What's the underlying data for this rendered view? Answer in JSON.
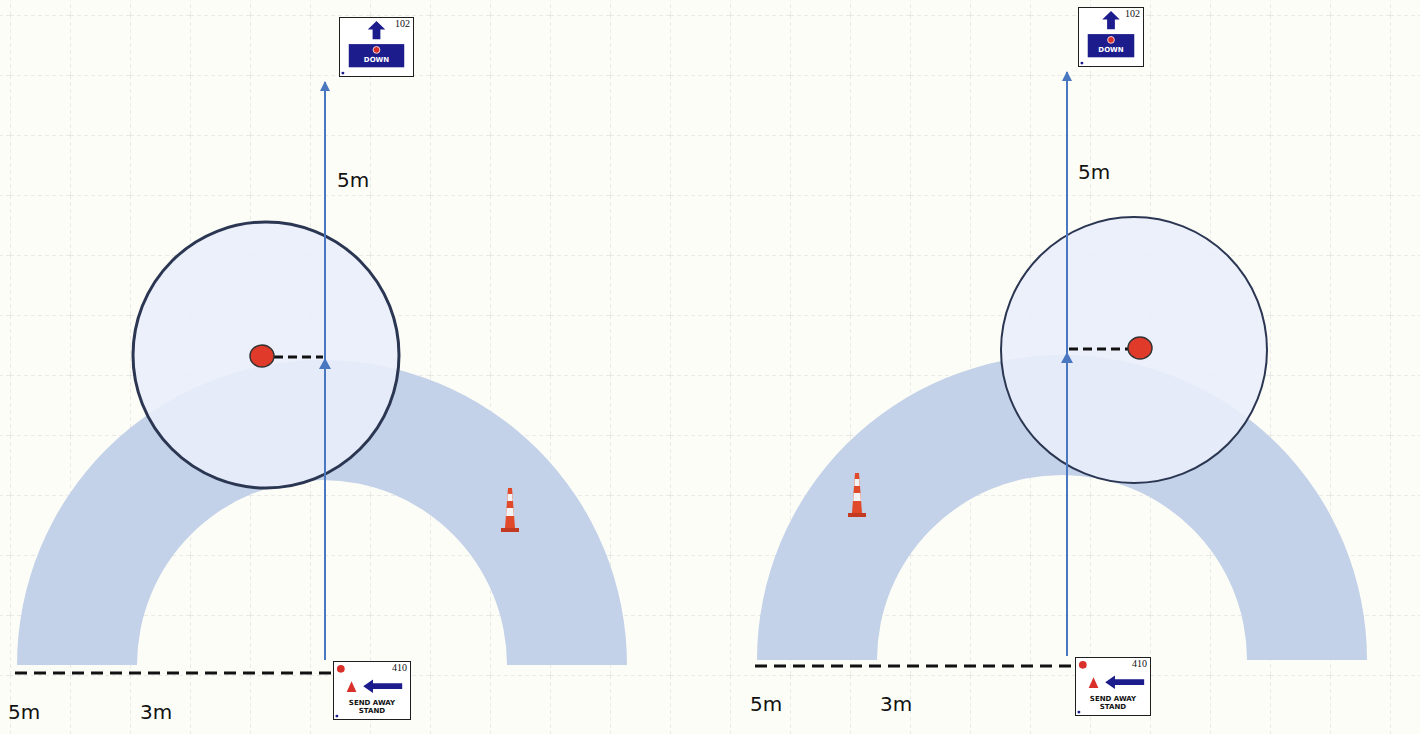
{
  "diagram": {
    "nodes": [
      {
        "text": [
          "102",
          "DOWN"
        ]
      },
      {
        "text": [
          "410",
          "SEND AWAY STAND"
        ]
      },
      {
        "text": [
          "102",
          "DOWN"
        ]
      },
      {
        "text": [
          "410",
          "SEND AWAY STAND"
        ]
      }
    ],
    "edges": [
      {
        "from": 1,
        "to": 0,
        "arrow": "to"
      },
      {
        "from": 3,
        "to": 2,
        "arrow": "to"
      }
    ],
    "labels": [
      "5m",
      "3m",
      "5m",
      "5m",
      "3m",
      "5m"
    ]
  }
}
